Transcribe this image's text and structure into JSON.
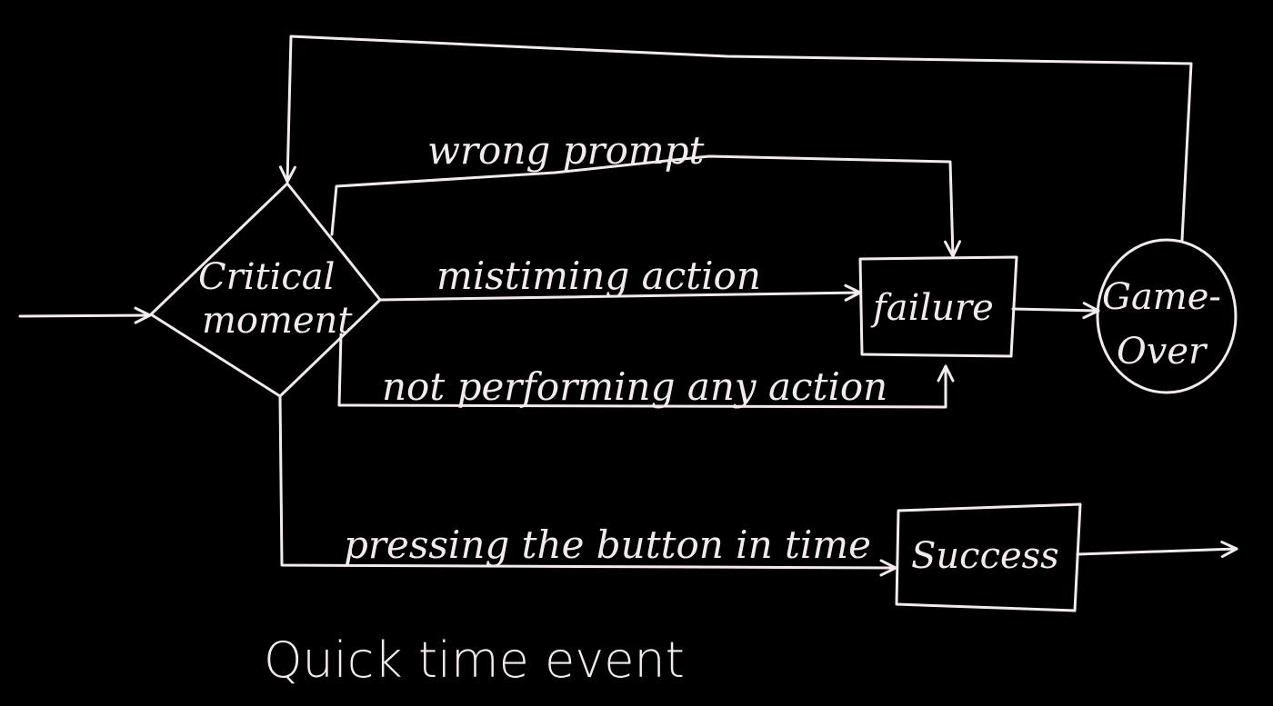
{
  "diagram": {
    "nodes": {
      "critical_moment": {
        "line1": "Critical",
        "line2": "moment"
      },
      "failure": {
        "label": "failure"
      },
      "game_over": {
        "line1": "Game-",
        "line2": "Over"
      },
      "success": {
        "label": "Success"
      }
    },
    "edges": {
      "wrong_prompt": "wrong prompt",
      "mistiming_action": "mistiming action",
      "not_performing": "not performing any action",
      "pressing_button": "pressing the button in time"
    },
    "caption": "Quick time event"
  },
  "colors": {
    "background": "#000000",
    "ink": "#f3eaf0"
  }
}
